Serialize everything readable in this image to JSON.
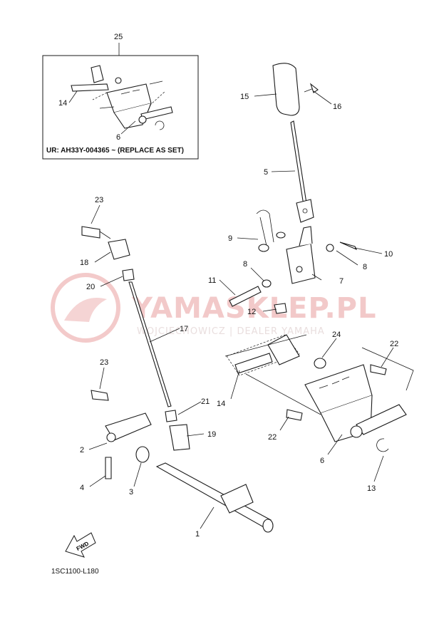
{
  "diagram": {
    "inset": {
      "group_number": "25",
      "note": "UR: AH33Y-004365 ~ (REPLACE AS SET)",
      "labels": [
        "14",
        "6"
      ]
    },
    "watermark": {
      "brand": "YAMASKLEP.PL",
      "tagline": "WOJCIECHOWICZ | DEALER YAMAHA"
    },
    "fwd_label": "FWD",
    "figure_code": "1SC1100-L180",
    "callouts": {
      "p1": "1",
      "p2": "2",
      "p3": "3",
      "p4": "4",
      "p5": "5",
      "p6": "6",
      "p7": "7",
      "p8a": "8",
      "p8b": "8",
      "p9": "9",
      "p10": "10",
      "p11": "11",
      "p12": "12",
      "p13": "13",
      "p14": "14",
      "p15": "15",
      "p16": "16",
      "p17": "17",
      "p18": "18",
      "p19": "19",
      "p20": "20",
      "p21": "21",
      "p22a": "22",
      "p22b": "22",
      "p23a": "23",
      "p23b": "23",
      "p24": "24"
    }
  }
}
